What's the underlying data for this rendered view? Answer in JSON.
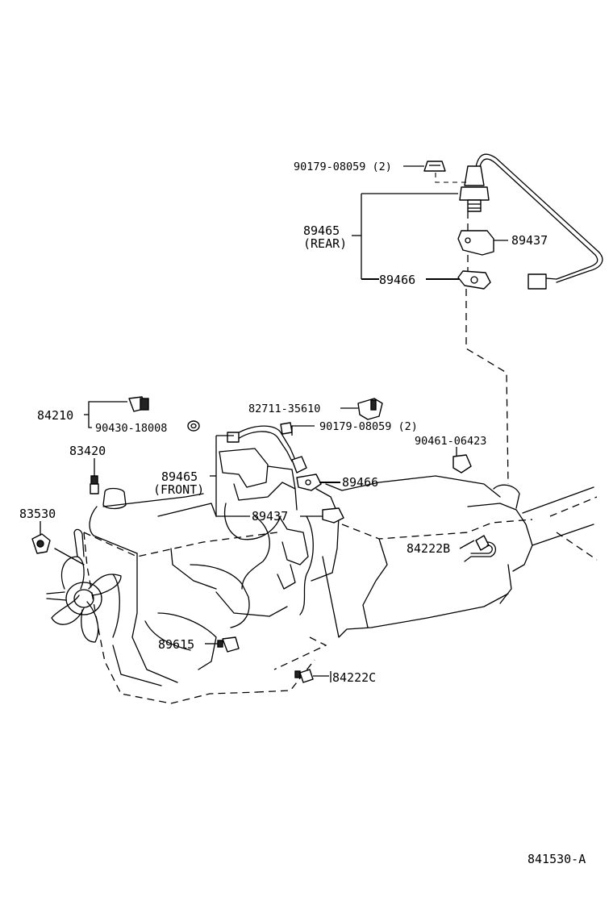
{
  "diagram_id": "841530-A",
  "labels": {
    "bolt_rear": "90179-08059 (2)",
    "sensor_rear_no": "89465",
    "sensor_rear_pos": "(REAR)",
    "heat_insulator_rear": "89437",
    "gasket_rear": "89466",
    "oil_pressure_switch": "84210",
    "gasket_oil_switch": "90430-18008",
    "vacuum_switch": "82711-35610",
    "bolt_front": "90179-08059 (2)",
    "clamp": "90461-06423",
    "water_temp_sender": "83420",
    "sensor_front_no": "89465",
    "sensor_front_pos": "(FRONT)",
    "gasket_front": "89466",
    "heat_insulator_front": "89437",
    "oil_pressure_sender": "83530",
    "neutral_start_switch": "84222B",
    "crank_position_sensor": "89615",
    "backup_switch": "84222C"
  }
}
